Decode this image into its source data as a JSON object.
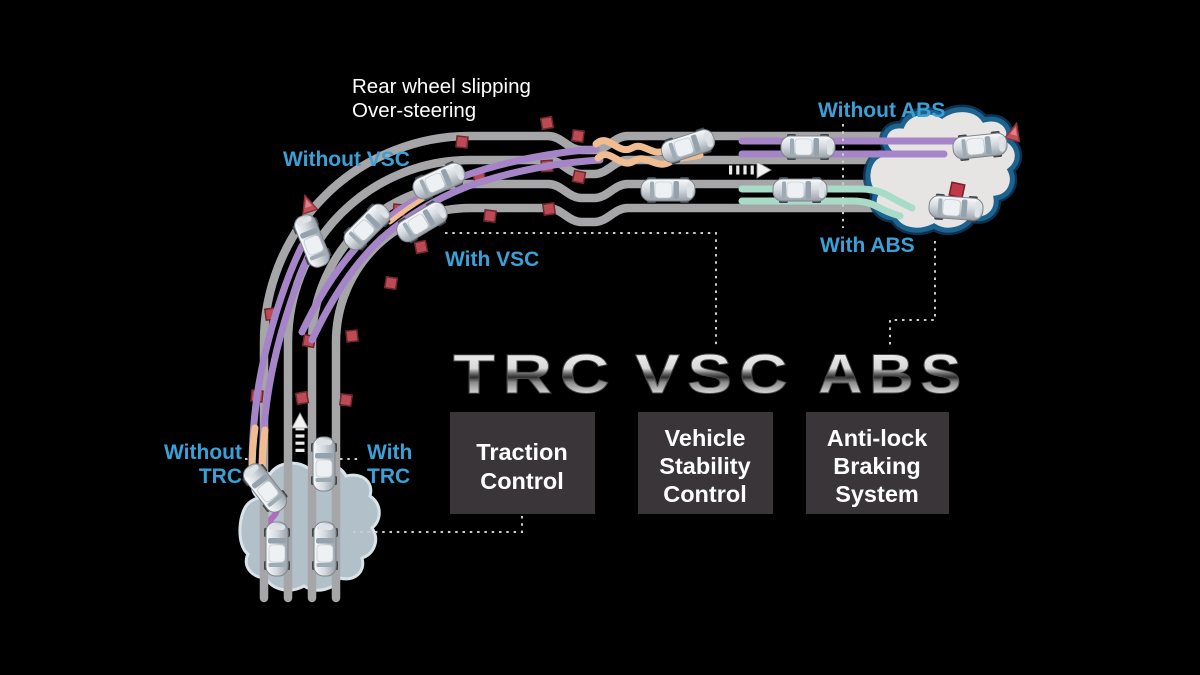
{
  "scene": {
    "type": "automotive-safety-infographic",
    "background": "#000000"
  },
  "labels": {
    "rear_wheel_line1": "Rear wheel slipping",
    "rear_wheel_line2": "Over-steering",
    "without_vsc": "Without VSC",
    "with_vsc": "With VSC",
    "without_abs": "Without ABS",
    "with_abs": "With ABS",
    "without_trc_line1": "Without",
    "without_trc_line2": "TRC",
    "with_trc_line1": "With",
    "with_trc_line2": "TRC"
  },
  "logo": {
    "trc": "TRC",
    "vsc": "VSC",
    "abs": "ABS"
  },
  "boxes": {
    "traction": {
      "line1": "Traction",
      "line2": "Control"
    },
    "stability": {
      "line1": "Vehicle",
      "line2": "Stability",
      "line3": "Control"
    },
    "abs": {
      "line1": "Anti-lock",
      "line2": "Braking",
      "line3": "System"
    }
  },
  "colors": {
    "label_blue": "#3aa1d8",
    "label_white": "#ffffff",
    "caption_box_bg": "#3a3538",
    "road_gray": "#a6a6a8",
    "trail_purple": "#a585c8",
    "trail_orange": "#f0bd92",
    "trail_teal": "#a9dcc8",
    "marker_red": "#bb4a54",
    "ice_border_blue": "#1c6390",
    "ice_fill_light": "#e7e5e3",
    "ice_fill_gray": "#b2c1c9",
    "chrome_light": "#f8f8f8",
    "chrome_dark": "#2e2e2e"
  },
  "icons": {
    "car": "car-top-view-icon",
    "cone": "traffic-cone-icon",
    "marker": "road-marker-icon",
    "arrow": "travel-direction-arrow-icon",
    "ice": "ice-patch"
  }
}
